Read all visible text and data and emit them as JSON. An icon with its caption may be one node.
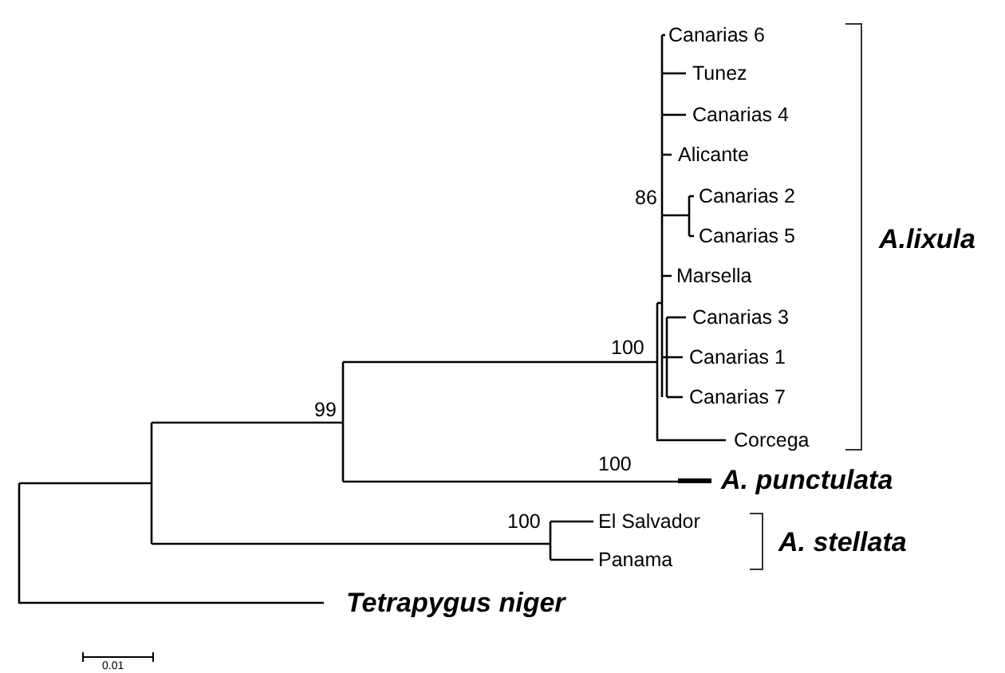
{
  "diagram": {
    "labels": [
      "Canarias 6",
      "Tunez",
      "Canarias 4",
      "Alicante",
      "86",
      "Canarias 2",
      "Canarias 5",
      "A.lixula",
      "Marsella",
      "Canarias 3",
      "100",
      "Canarias 1",
      "Canarias 7",
      "Corcega",
      "99",
      "100",
      "A. punctulata",
      "100",
      "El Salvador",
      "A. stellata",
      "Panama",
      "Tetrapygus niger",
      "0.01"
    ]
  }
}
